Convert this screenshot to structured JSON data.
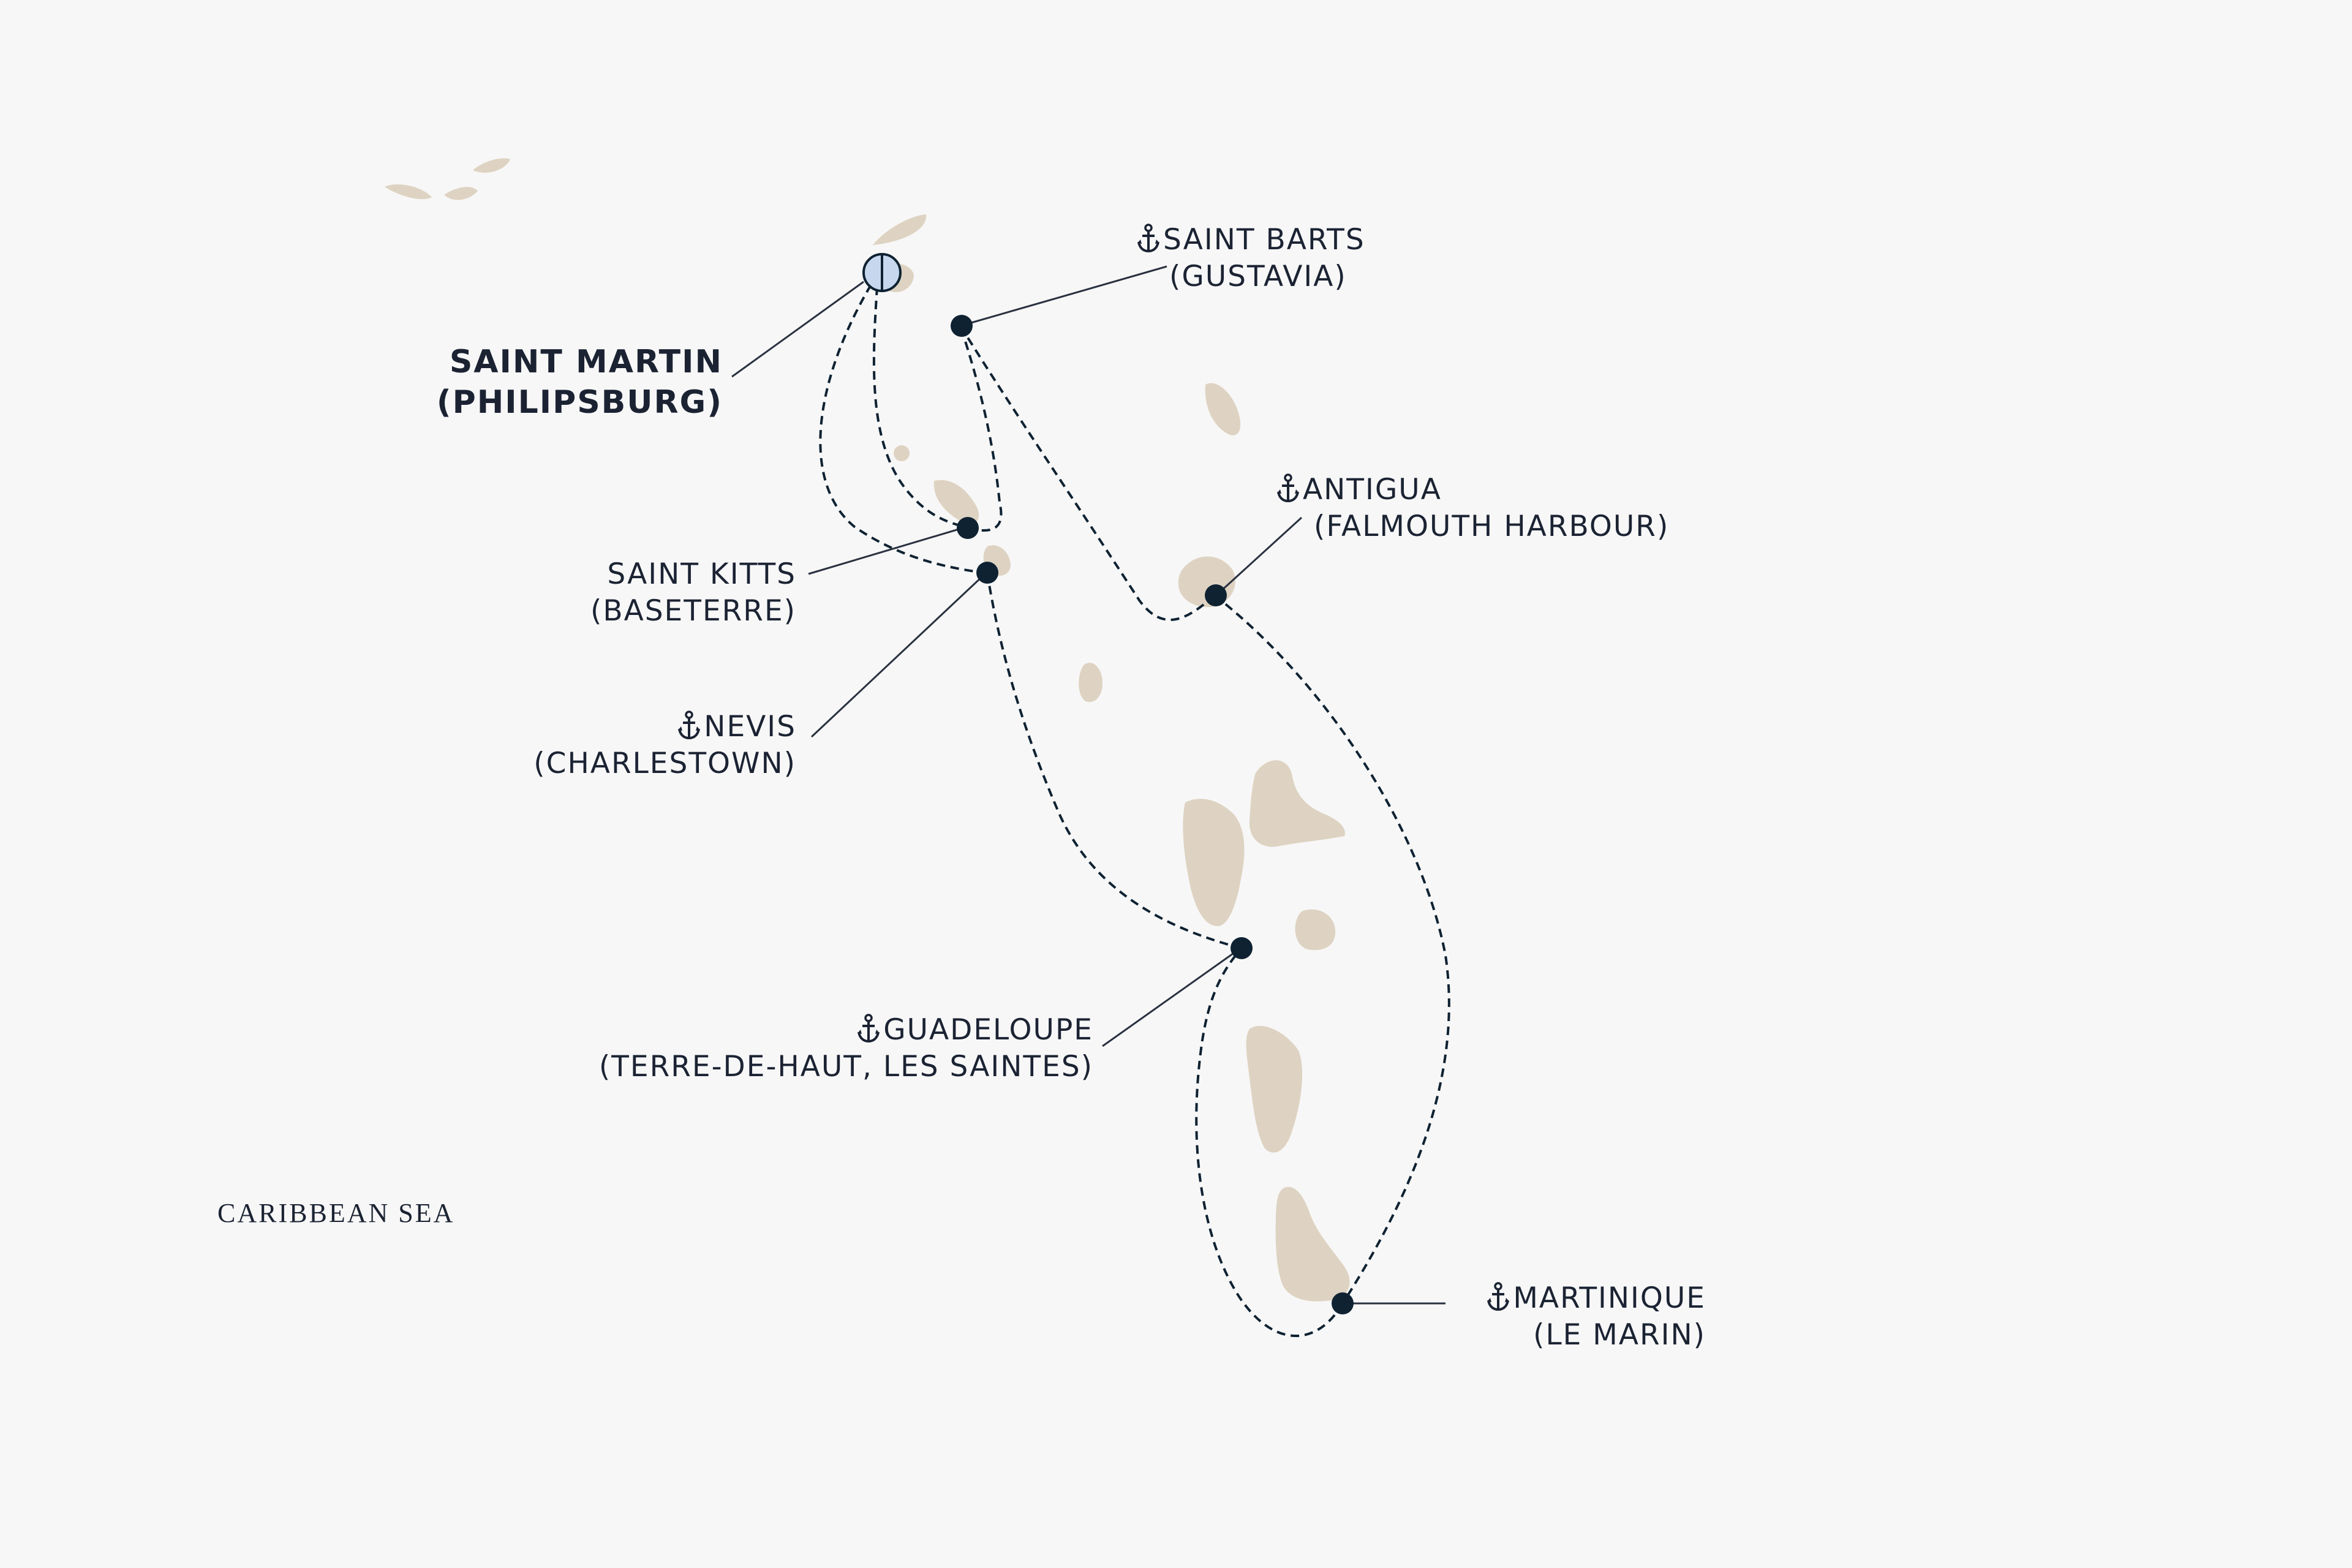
{
  "colors": {
    "background": "#f7f7f7",
    "land": "#ded3c2",
    "ink": "#1b2333",
    "port_dot": "#0f2232",
    "start_marker_fill": "#c7d8ee"
  },
  "sea_label": "CARIBBEAN SEA",
  "start_port": {
    "name": "SAINT MARTIN",
    "detail": "(PHILIPSBURG)",
    "icon": "half-filled-circle-start-marker"
  },
  "ports": [
    {
      "name": "SAINT BARTS",
      "detail": "(GUSTAVIA)",
      "icon": "anchor-icon"
    },
    {
      "name": "ANTIGUA",
      "detail": "(FALMOUTH HARBOUR)",
      "icon": "anchor-icon"
    },
    {
      "name": "SAINT KITTS",
      "detail": "(BASETERRE)",
      "icon": ""
    },
    {
      "name": "NEVIS",
      "detail": "(CHARLESTOWN)",
      "icon": "anchor-icon"
    },
    {
      "name": "GUADELOUPE",
      "detail": "(TERRE-DE-HAUT, LES SAINTES)",
      "icon": "anchor-icon"
    },
    {
      "name": "MARTINIQUE",
      "detail": "(LE MARIN)",
      "icon": "anchor-icon"
    }
  ]
}
